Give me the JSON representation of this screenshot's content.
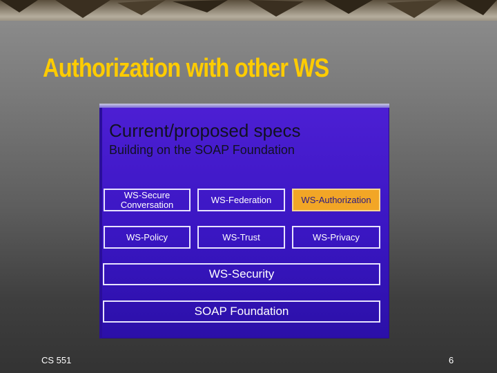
{
  "slide": {
    "title": "Authorization with other WS",
    "footer_left": "CS 551",
    "page_number": "6"
  },
  "diagram": {
    "heading": "Current/proposed specs",
    "subheading": "Building on the SOAP Foundation",
    "row1": [
      "WS-Secure Conversation",
      "WS-Federation",
      "WS-Authorization"
    ],
    "row2": [
      "WS-Policy",
      "WS-Trust",
      "WS-Privacy"
    ],
    "security_layer": "WS-Security",
    "foundation_layer": "SOAP Foundation",
    "highlighted": "WS-Authorization"
  },
  "colors": {
    "title": "#ffcc00",
    "diagram_background": "#3a16c2",
    "highlight": "#f2a626",
    "box_border": "#e8e4ff"
  },
  "icons": [
    "tack-decoration-icon"
  ]
}
